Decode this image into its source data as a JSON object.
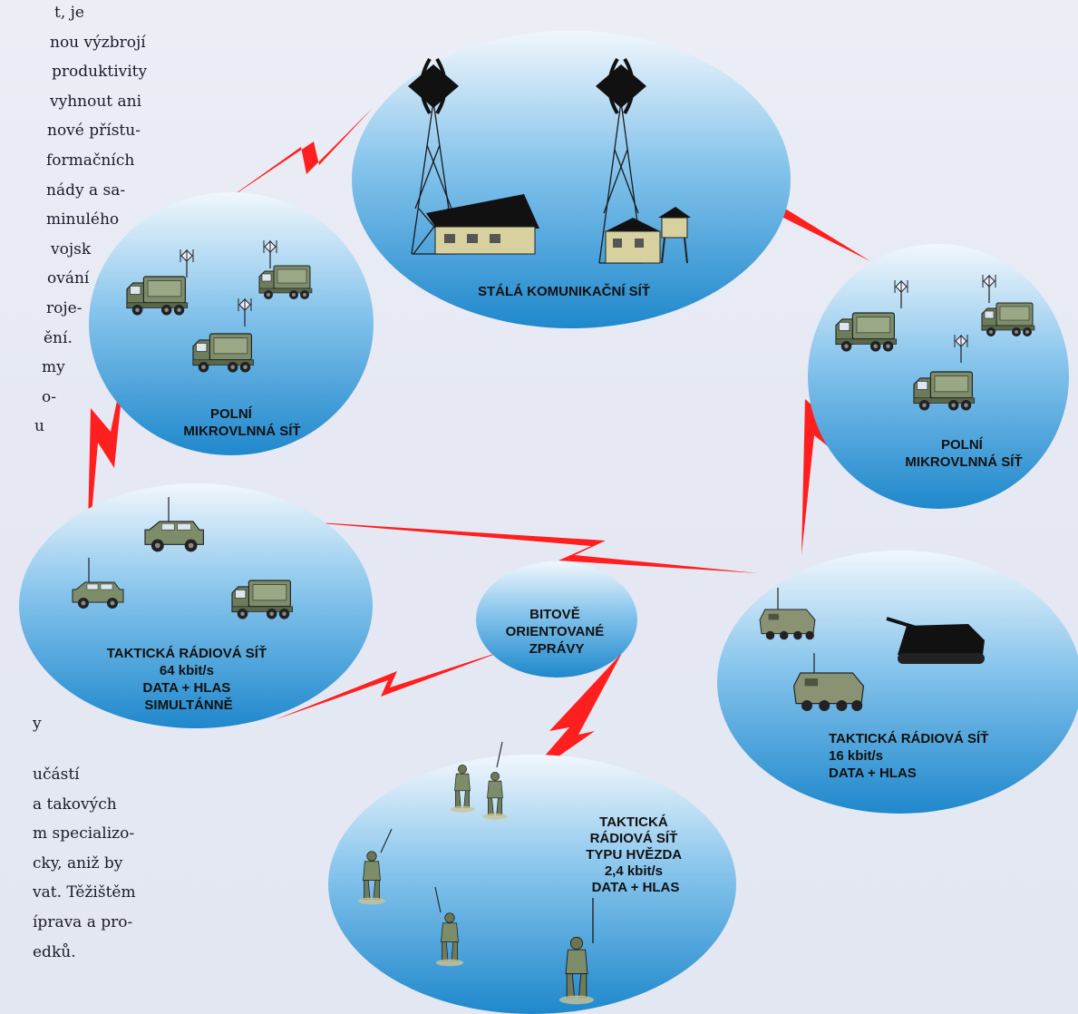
{
  "text_column": {
    "top_lines": [
      "t, je",
      "nou výzbrojí",
      "produktivity",
      "vyhnout ani",
      "nové přístu-",
      "formačních",
      "nády a sa-",
      "minulého",
      "vojsk",
      "ování",
      "roje-",
      "ění.",
      "my",
      "o-",
      "u"
    ],
    "middle_lines": [
      "y"
    ],
    "bottom_lines": [
      "učástí",
      "a takových",
      "m specializo-",
      "cky, aniž by",
      "vat. Těžištěm",
      "íprava a pro-",
      "edků."
    ]
  },
  "nodes": {
    "fixed": {
      "lines": [
        "STÁLÁ KOMUNIKAČNÍ SÍŤ"
      ]
    },
    "mw_left": {
      "lines": [
        "POLNÍ",
        "MIKROVLNNÁ SÍŤ"
      ]
    },
    "mw_right": {
      "lines": [
        "POLNÍ",
        "MIKROVLNNÁ SÍŤ"
      ]
    },
    "tac64": {
      "lines": [
        "TAKTICKÁ RÁDIOVÁ SÍŤ",
        "64 kbit/s",
        "DATA + HLAS",
        "SIMULTÁNNĚ"
      ]
    },
    "tac16": {
      "lines": [
        "TAKTICKÁ RÁDIOVÁ SÍŤ",
        "16 kbit/s",
        "DATA + HLAS"
      ]
    },
    "bits": {
      "lines": [
        "BITOVĚ",
        "ORIENTOVANÉ",
        "ZPRÁVY"
      ]
    },
    "star": {
      "lines": [
        "TAKTICKÁ",
        "RÁDIOVÁ SÍŤ",
        "TYPU HVĚZDA",
        "2,4 kbit/s",
        "DATA + HLAS"
      ]
    }
  },
  "colors": {
    "ellipse_top": "#f1f7fc",
    "ellipse_bottom": "#1f88cc",
    "lightning": "#ff1f1f",
    "vehicle": "#7d8d6a",
    "ground": "#c9c493",
    "tower": "#1a1a1a"
  }
}
